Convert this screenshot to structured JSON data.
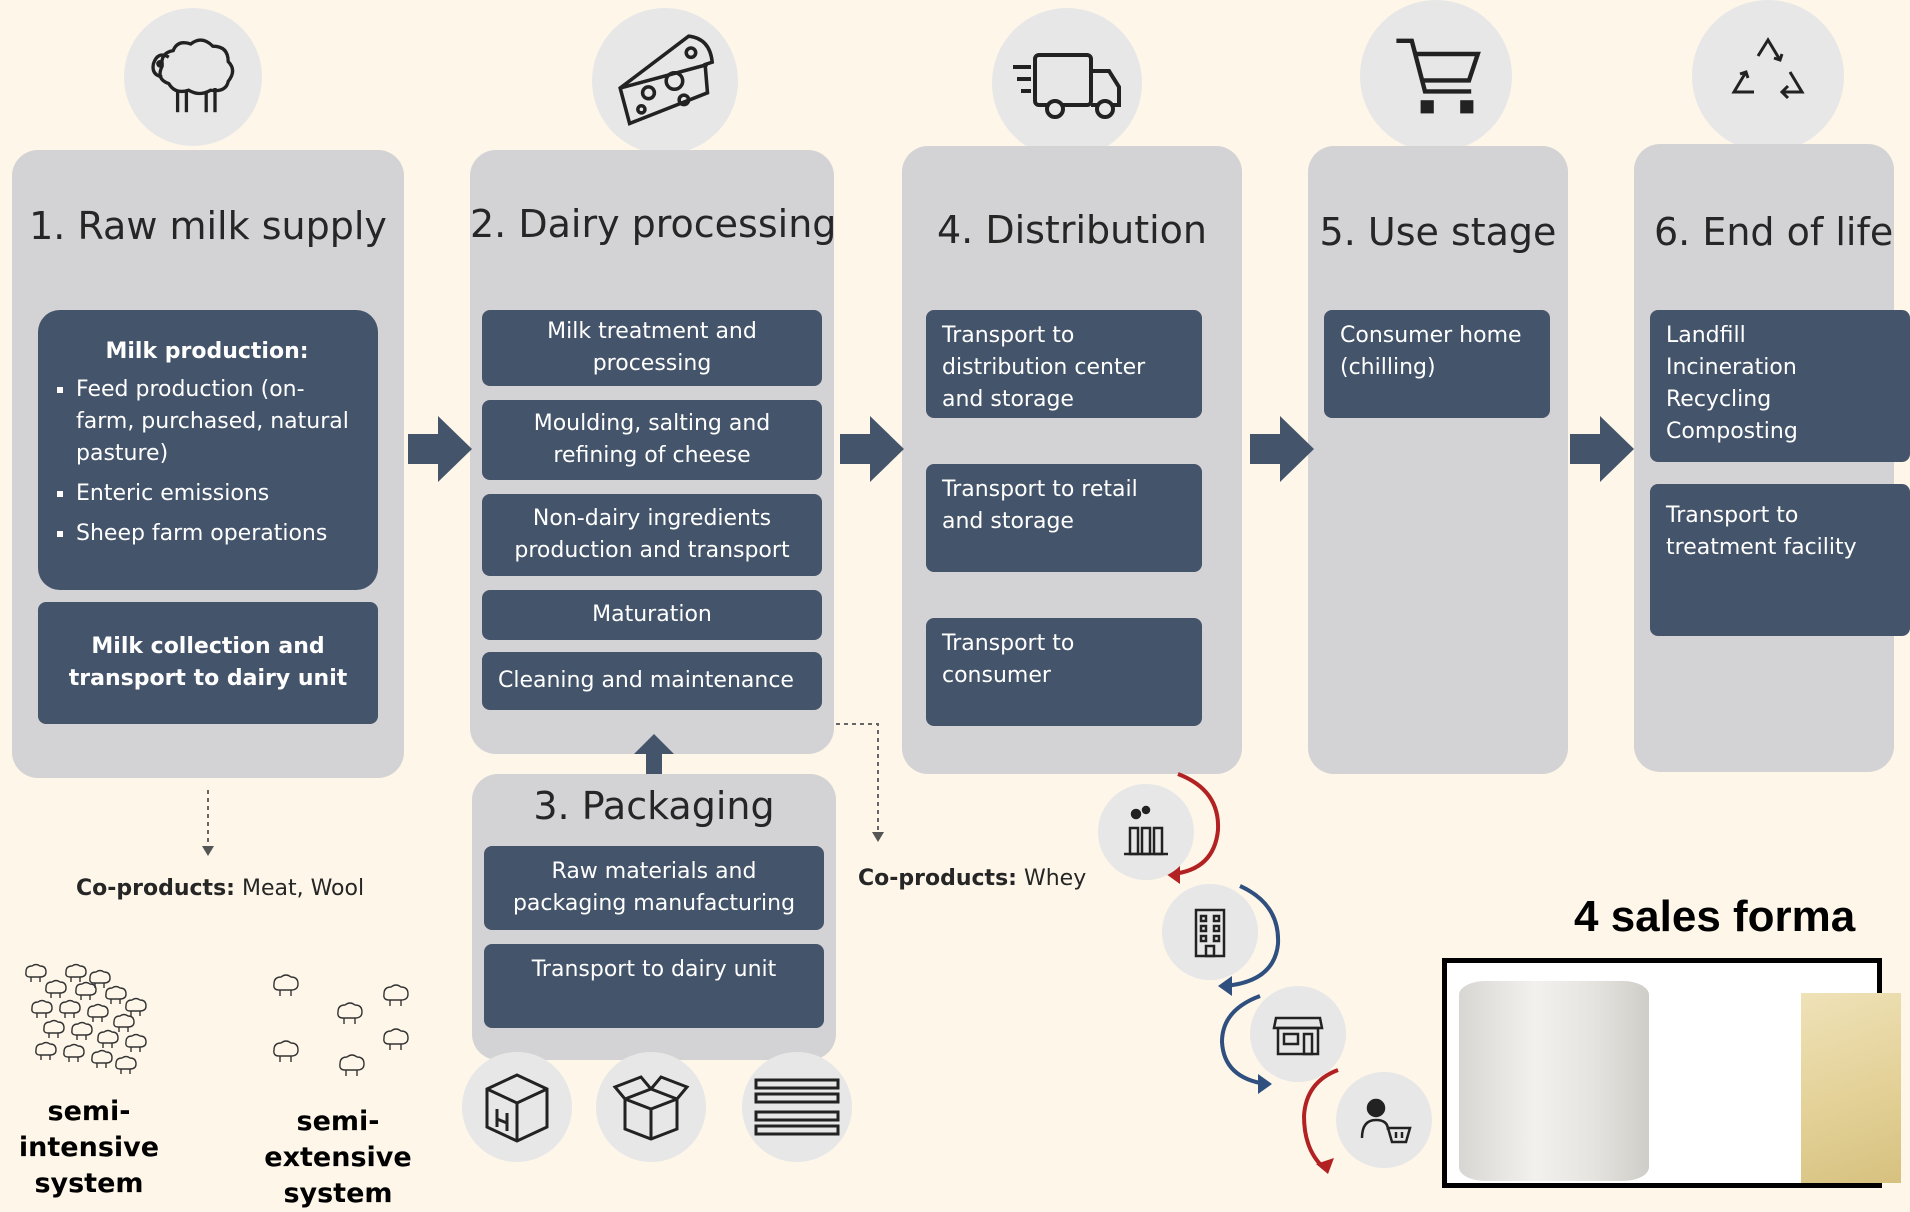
{
  "stages": {
    "raw_milk": {
      "title": "1. Raw milk supply",
      "milk_production_heading": "Milk production:",
      "bullets": [
        "Feed production (on-farm, purchased, natural pasture)",
        "Enteric emissions",
        "Sheep farm operations"
      ],
      "collection": "Milk collection and transport to dairy unit"
    },
    "dairy": {
      "title": "2. Dairy processing",
      "items": [
        "Milk treatment and processing",
        "Moulding, salting and refining of cheese",
        "Non-dairy ingredients production and transport",
        "Maturation",
        "Cleaning and maintenance"
      ]
    },
    "packaging": {
      "title": "3. Packaging",
      "items": [
        "Raw materials and packaging manufacturing",
        "Transport to dairy unit"
      ]
    },
    "distribution": {
      "title": "4. Distribution",
      "items": [
        "Transport to distribution center and storage",
        "Transport to retail and storage",
        "Transport to consumer"
      ]
    },
    "use": {
      "title": "5. Use stage",
      "items": [
        "Consumer home (chilling)"
      ]
    },
    "eol": {
      "title": "6. End of life",
      "options": [
        "Landfill",
        "Incineration",
        "Recycling",
        "Composting"
      ],
      "transport": "Transport to treatment facility"
    }
  },
  "coproducts": {
    "label": "Co-products:",
    "farm": "Meat, Wool",
    "dairy": "Whey"
  },
  "systems": {
    "intensive": "semi-intensive system",
    "extensive": "semi-extensive system"
  },
  "sales": {
    "title": "4 sales forma"
  },
  "icons": {
    "stage1": "sheep-icon",
    "stage2": "cheese-icon",
    "stage4": "truck-icon",
    "stage5": "cart-icon",
    "stage6": "recycle-icon",
    "pack1": "box-icon",
    "pack2": "open-box-icon",
    "pack3": "pallet-icon",
    "dist1": "factory-icon",
    "dist2": "building-icon",
    "dist3": "shop-icon",
    "dist4": "consumer-icon"
  },
  "colors": {
    "stage_bg": "#d3d3d5",
    "box_bg": "#44546a",
    "arrow": "#44546a",
    "red_cycle": "#b22222",
    "blue_cycle": "#2f4f7f",
    "page_bg": "#fdf6e9"
  }
}
